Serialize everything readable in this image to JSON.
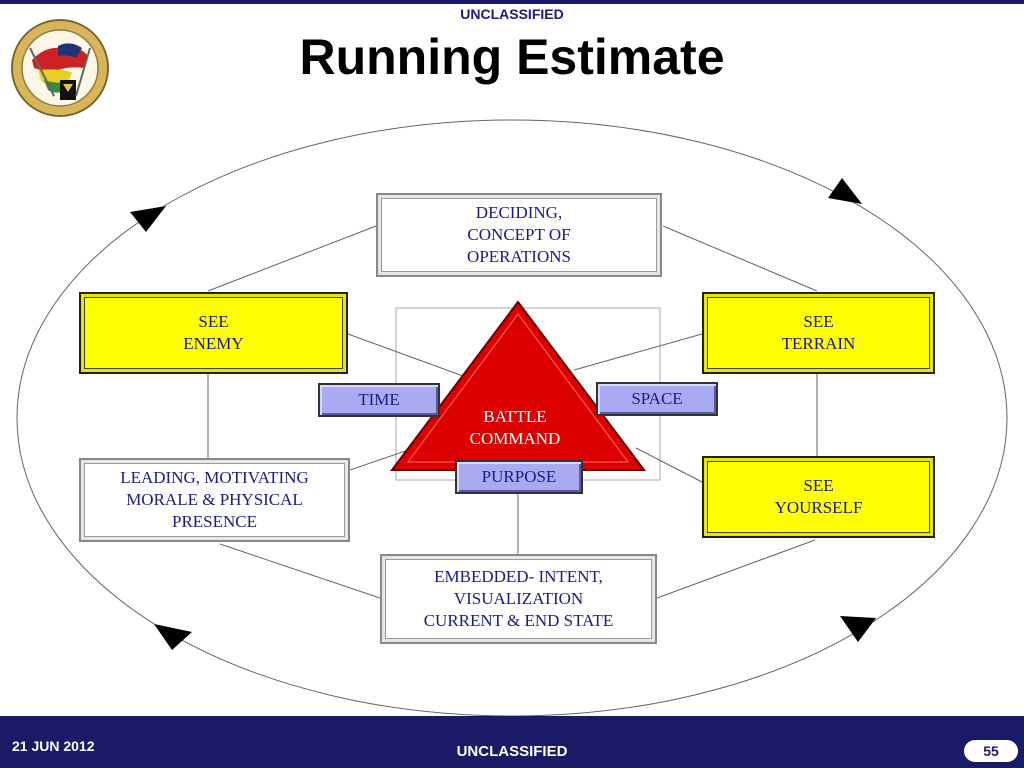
{
  "header": {
    "classification": "UNCLASSIFIED",
    "title": "Running Estimate"
  },
  "seal": {
    "icon": "unit-seal-icon"
  },
  "diagram": {
    "top_box": [
      "DECIDING,",
      "CONCEPT OF",
      "OPERATIONS"
    ],
    "see_enemy": [
      "SEE",
      "ENEMY"
    ],
    "see_terrain": [
      "SEE",
      "TERRAIN"
    ],
    "see_yourself": [
      "SEE",
      "YOURSELF"
    ],
    "leading_box": [
      "LEADING, MOTIVATING",
      "MORALE & PHYSICAL",
      "PRESENCE"
    ],
    "bottom_box": [
      "EMBEDDED- INTENT,",
      "VISUALIZATION",
      "CURRENT & END STATE"
    ],
    "center": [
      "BATTLE",
      "COMMAND"
    ],
    "time": "TIME",
    "space": "SPACE",
    "purpose": "PURPOSE"
  },
  "footer": {
    "date": "21 JUN 2012",
    "classification": "UNCLASSIFIED",
    "page": "55"
  },
  "colors": {
    "navy": "#1a1a66",
    "text_blue": "#1a1a8c",
    "yellow": "#ffff00",
    "triangle_red": "#dd0000",
    "tag_blue": "#aaaaf2"
  }
}
